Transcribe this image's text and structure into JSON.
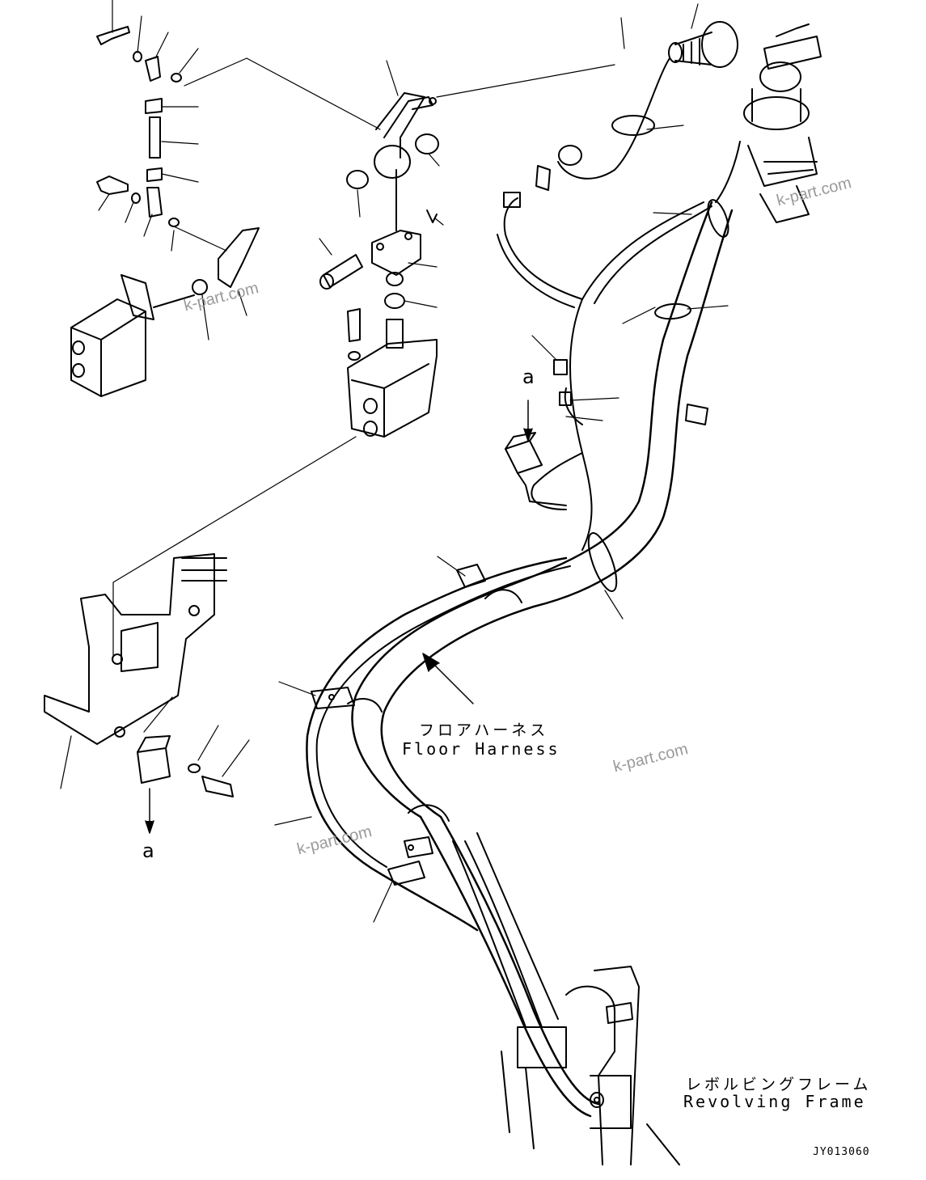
{
  "labels": {
    "floor_harness_jp": "フロアハーネス",
    "floor_harness_en": "Floor Harness",
    "revolving_frame_jp": "レボルビングフレーム",
    "revolving_frame_en": "Revolving Frame",
    "ref_a_upper": "a",
    "ref_a_lower": "a",
    "drawing_code": "JY013060"
  },
  "watermarks": [
    "k-part.com",
    "k-part.com",
    "k-part.com",
    "k-part.com"
  ],
  "colors": {
    "line": "#000000",
    "watermark": "#9a9a9a"
  }
}
